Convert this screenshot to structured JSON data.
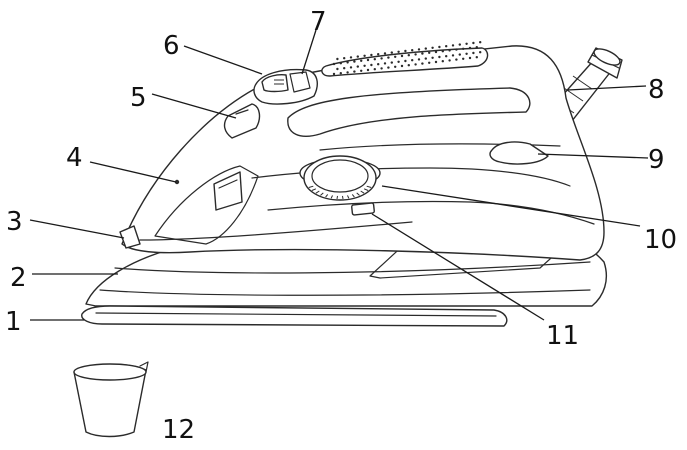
{
  "callouts": [
    {
      "id": "1",
      "part": "soleplate"
    },
    {
      "id": "2",
      "part": "body"
    },
    {
      "id": "3",
      "part": "spray-nozzle"
    },
    {
      "id": "4",
      "part": "water-fill-inlet"
    },
    {
      "id": "5",
      "part": "steam-control"
    },
    {
      "id": "6",
      "part": "spray-button"
    },
    {
      "id": "7",
      "part": "steam-burst-button"
    },
    {
      "id": "8",
      "part": "power-cord"
    },
    {
      "id": "9",
      "part": "indicator-light"
    },
    {
      "id": "10",
      "part": "temperature-dial"
    },
    {
      "id": "11",
      "part": "self-clean-button"
    },
    {
      "id": "12",
      "part": "measuring-cup"
    }
  ],
  "colors": {
    "line": "#2b2b2b",
    "label": "#111111",
    "background": "#ffffff"
  }
}
